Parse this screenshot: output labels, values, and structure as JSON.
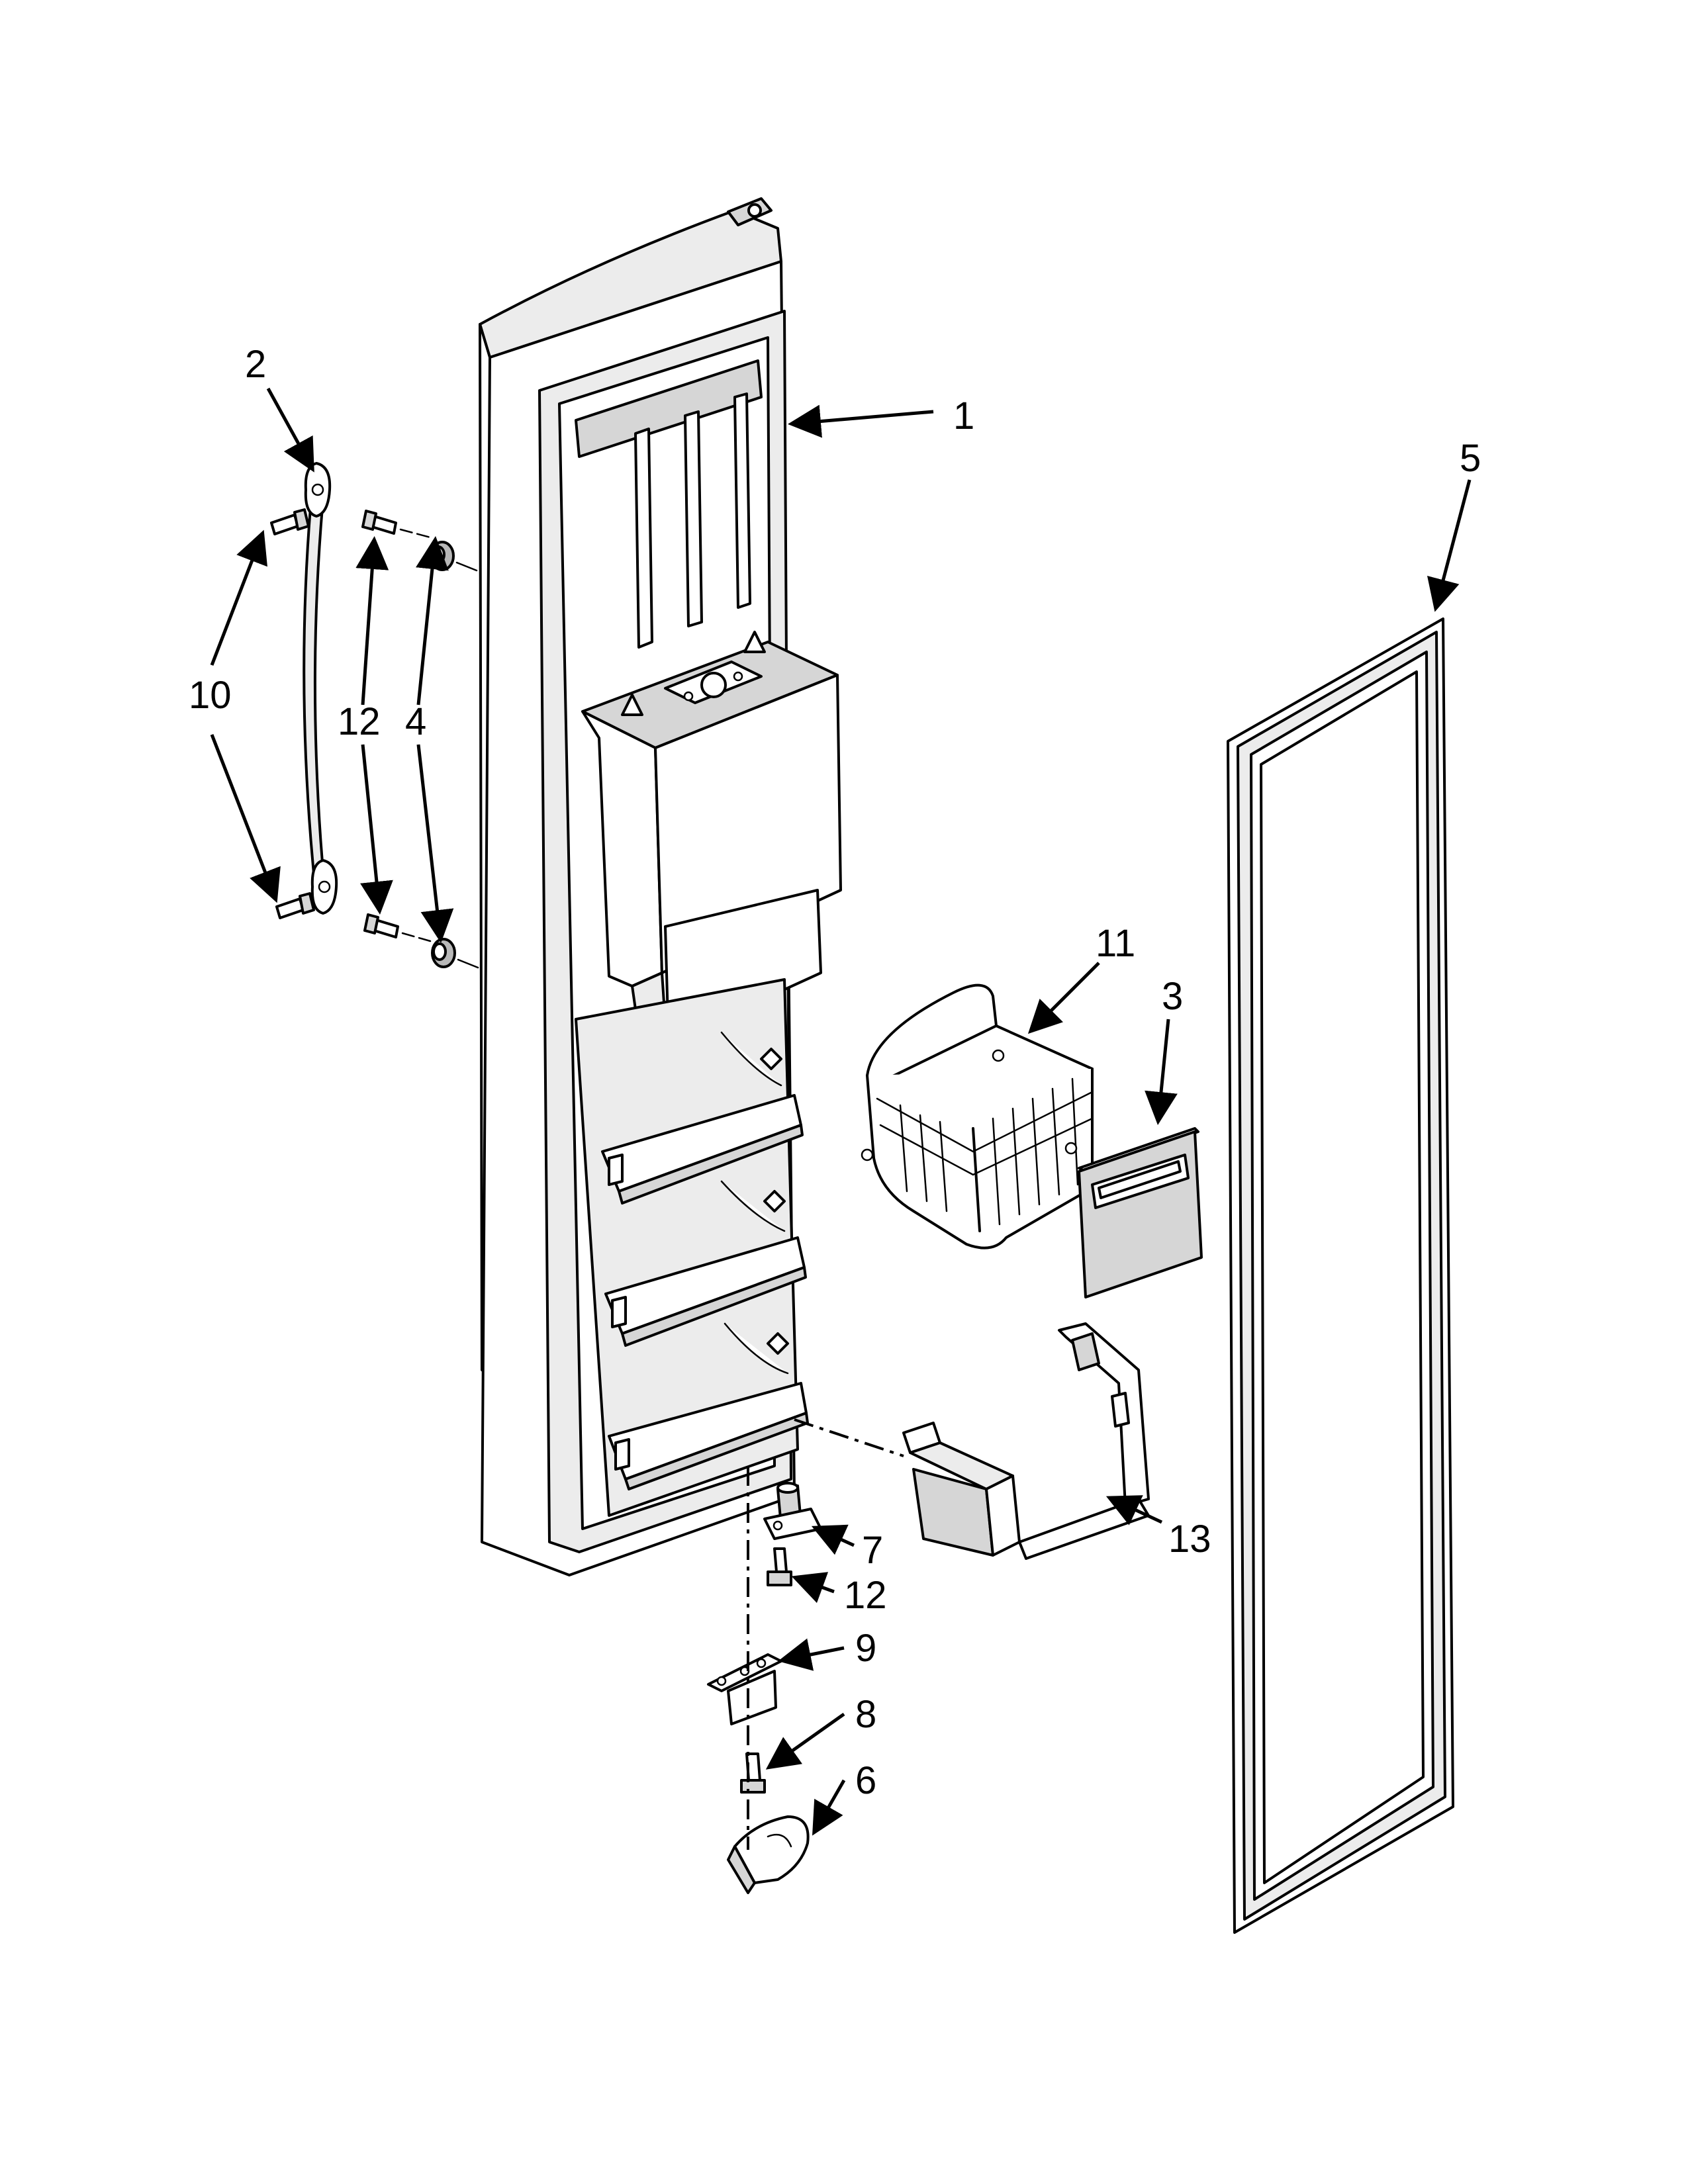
{
  "callouts": {
    "c1": "1",
    "c2": "2",
    "c3": "3",
    "c4": "4",
    "c5": "5",
    "c6": "6",
    "c7": "7",
    "c8": "8",
    "c9": "9",
    "c10": "10",
    "c11": "11",
    "c12a": "12",
    "c12b": "12",
    "c13": "13"
  }
}
